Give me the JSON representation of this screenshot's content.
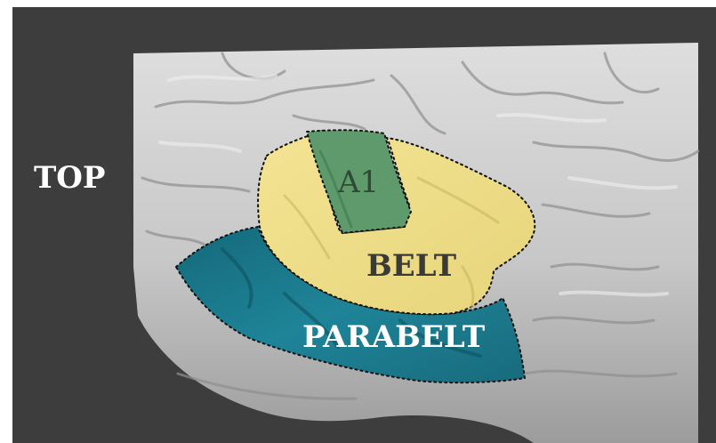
{
  "diagram": {
    "labels": {
      "top": "TOP",
      "a1": "A1",
      "belt": "BELT",
      "parabelt": "PARABELT"
    },
    "colors": {
      "background": "#3e3d3e",
      "brain": "#c9c9c9",
      "a1_region": "#5e9a6c",
      "belt_region": "#f0df86",
      "parabelt_region": "#1f7f92",
      "outline": "#1a1a1a"
    }
  }
}
